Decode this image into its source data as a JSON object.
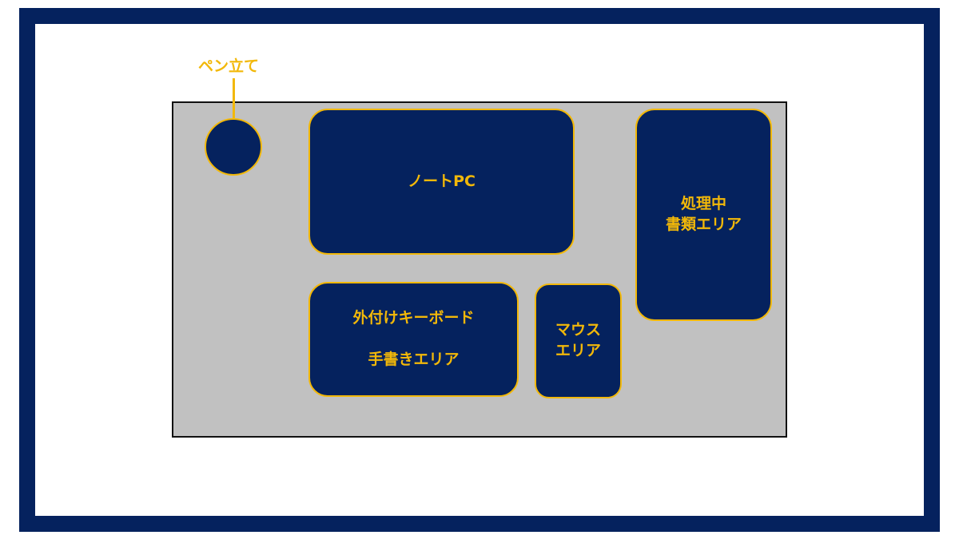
{
  "pen_holder": {
    "label": "ペン立て"
  },
  "notebook_pc": {
    "label": "ノートPC"
  },
  "documents_area": {
    "line1": "処理中",
    "line2": "書類エリア"
  },
  "keyboard_area": {
    "line1": "外付けキーボード",
    "line2": "手書きエリア"
  },
  "mouse_area": {
    "line1": "マウス",
    "line2": "エリア"
  },
  "colors": {
    "frame": "#05225e",
    "zone_fill": "#05225e",
    "accent": "#f2b809",
    "desk": "#c1c1c1"
  }
}
